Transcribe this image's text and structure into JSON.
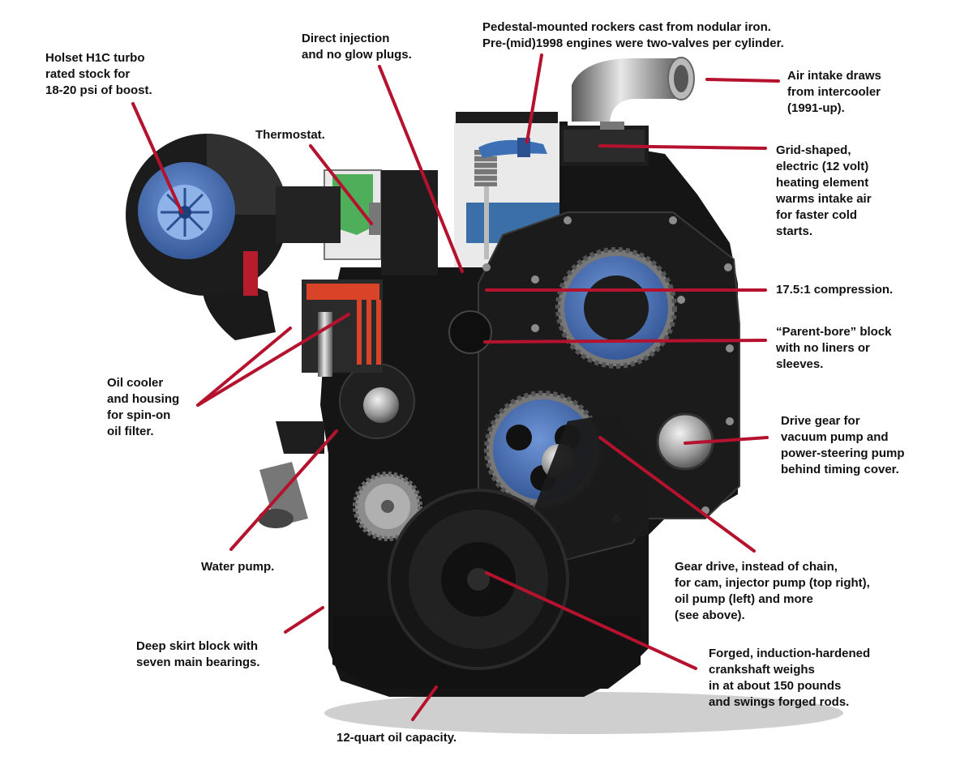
{
  "colors": {
    "leader_line": "#b5122e",
    "engine_black": "#141414",
    "engine_gray": "#2e2e2e",
    "gear_blue": "#3f63a8",
    "turbo_blue": "#3c78c4",
    "coolant_green": "#4fae5a",
    "oil_red": "#d94428",
    "steel": "#9a9a9a"
  },
  "callouts": {
    "turbo": [
      "Holset H1C turbo",
      "rated stock for",
      "18-20 psi of boost."
    ],
    "injection": [
      "Direct injection",
      "and no glow plugs."
    ],
    "rockers": [
      "Pedestal-mounted rockers cast from nodular iron.",
      "Pre-(mid)1998 engines were two-valves per cylinder."
    ],
    "air_intake": [
      "Air intake draws",
      "from intercooler",
      "(1991-up)."
    ],
    "thermostat": [
      "Thermostat."
    ],
    "grid_heater": [
      "Grid-shaped,",
      "electric (12 volt)",
      "heating element",
      "warms intake air",
      "for faster cold",
      "starts."
    ],
    "compression": [
      "17.5:1 compression."
    ],
    "parent_bore": [
      "“Parent-bore” block",
      "with no liners or",
      "sleeves."
    ],
    "oil_cooler": [
      "Oil cooler",
      "and housing",
      "for spin-on",
      "oil filter."
    ],
    "drive_gear": [
      "Drive gear for",
      "vacuum pump and",
      "power-steering pump",
      "behind timing cover."
    ],
    "water_pump": [
      "Water pump."
    ],
    "gear_drive": [
      "Gear drive, instead of chain,",
      "for cam, injector pump (top right),",
      "oil pump (left) and more",
      "(see above)."
    ],
    "deep_skirt": [
      "Deep skirt block with",
      "seven main bearings."
    ],
    "crankshaft": [
      "Forged, induction-hardened",
      "crankshaft weighs",
      "in at about 150 pounds",
      "and swings forged rods."
    ],
    "oil_capacity": [
      "12-quart oil capacity."
    ]
  }
}
